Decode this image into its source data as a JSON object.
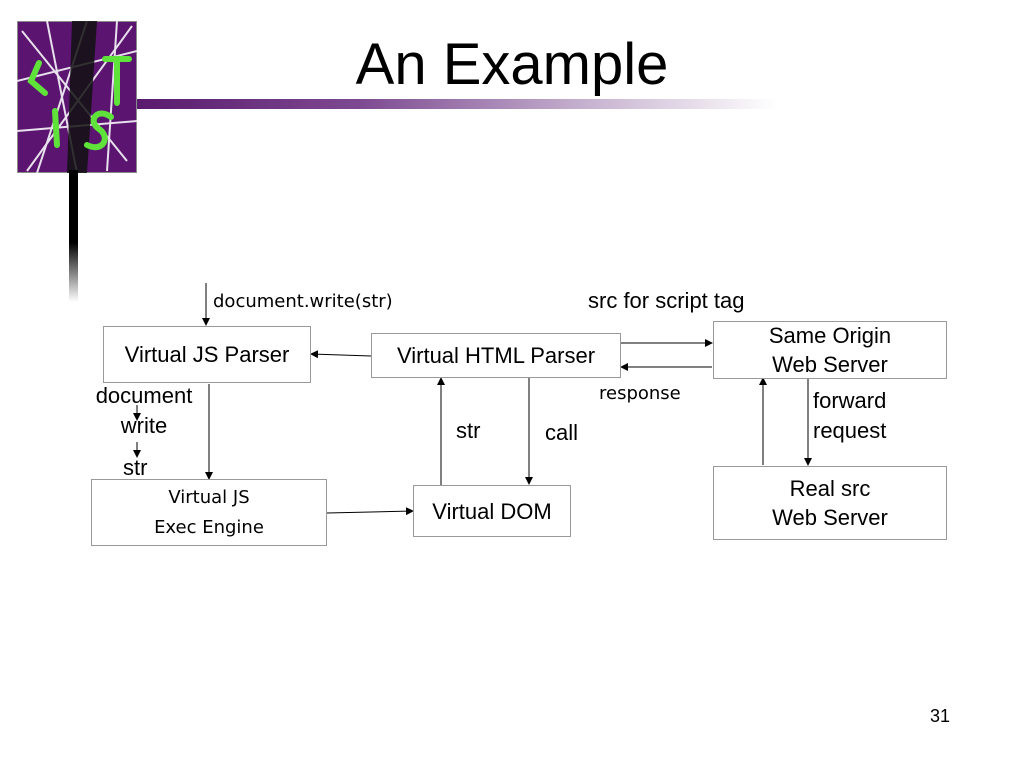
{
  "slide": {
    "title": "An Example",
    "page_number": "31",
    "logo_text": "CIST"
  },
  "diagram": {
    "nodes": {
      "virtual_js_parser": "Virtual JS Parser",
      "virtual_html_parser": "Virtual HTML Parser",
      "same_origin_server": "Same Origin\nWeb Server",
      "virtual_js_exec_engine": "Virtual JS\nExec Engine",
      "virtual_dom": "Virtual DOM",
      "real_src_server": "Real src\nWeb Server"
    },
    "edge_labels": {
      "document_write_str": "document.write(str)",
      "src_for_script_tag": "src for script tag",
      "response": "response",
      "document_write": "document\nwrite",
      "str_small": "str",
      "str": "str",
      "call": "call",
      "forward_request": "forward\nrequest"
    }
  }
}
